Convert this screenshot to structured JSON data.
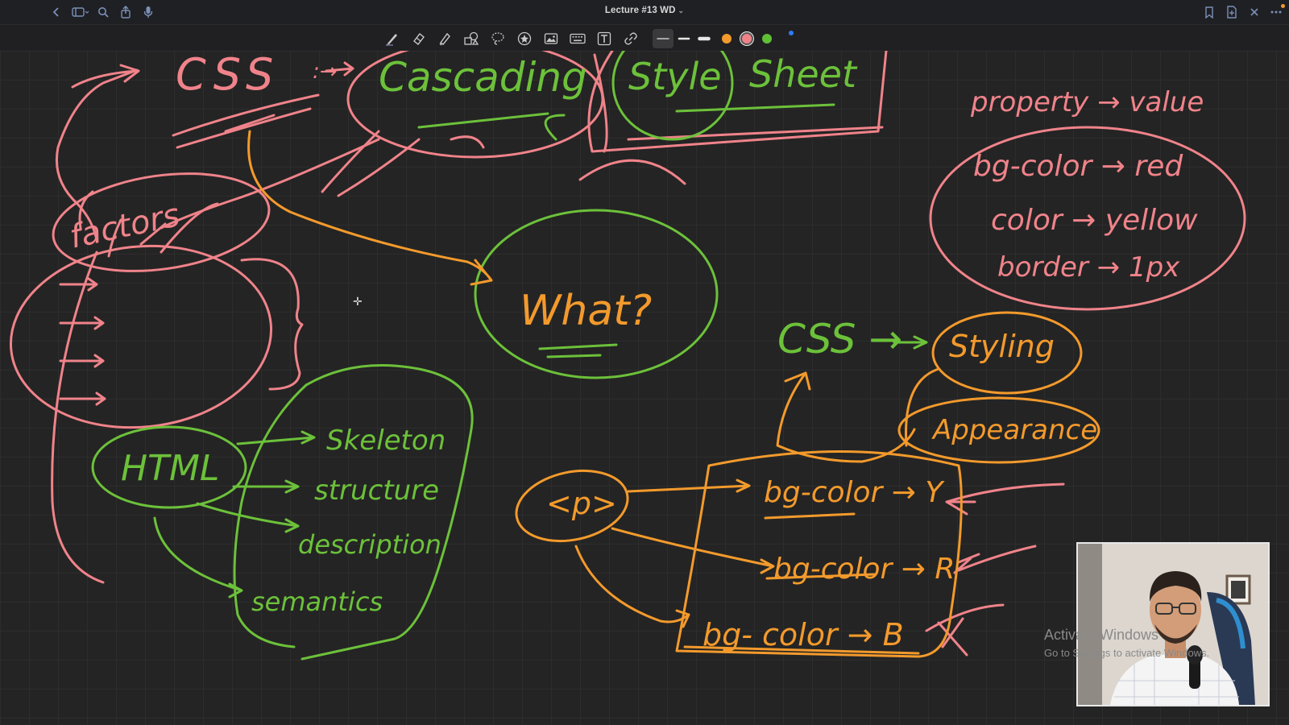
{
  "window": {
    "title": "Lecture #13 WD",
    "title_caret": "⌄"
  },
  "titlebar_icons_left": [
    "back-icon",
    "sidebar-icon",
    "search-icon",
    "share-icon",
    "microphone-icon"
  ],
  "titlebar_icons_right": [
    "bookmark-icon",
    "new-page-icon",
    "close-icon",
    "more-icon"
  ],
  "toolbar": {
    "tools": [
      "pen",
      "eraser",
      "highlighter",
      "shapes",
      "lasso",
      "sticker",
      "image",
      "keyboard",
      "text",
      "link"
    ],
    "stroke_widths": [
      "thin",
      "medium",
      "thick"
    ],
    "colors": [
      "#f39a2c",
      "#f0838a",
      "#5fbf36"
    ],
    "selected_color": "#f0838a",
    "color_picker_dot": "#2d7cf6"
  },
  "ink_colors": {
    "pink": "#f0838a",
    "green": "#6cc13a",
    "orange": "#f39a2c"
  },
  "notes": {
    "css_heading": "CSS",
    "arrow_dots": ":→",
    "cascading": "Cascading",
    "style": "Style",
    "sheet": "Sheet",
    "factors": "factors",
    "what": "What?",
    "html": "HTML",
    "skeleton": "Skeleton",
    "structure": "structure",
    "description": "description",
    "semantics": "semantics",
    "property_value": "property → value",
    "bg_color_red": "bg-color → red",
    "color_yellow": "color → yellow",
    "border_1px": "border → 1px",
    "css_styling": "CSS →",
    "styling": "Styling",
    "appearance": "Appearance",
    "p_tag": "<p>",
    "bg_y": "bg-color → Y",
    "bg_r": "bg-color → R",
    "bg_b": "bg- color → B"
  },
  "watermark": {
    "line1": "Activate Windows",
    "line2": "Go to Settings to activate Windows."
  }
}
